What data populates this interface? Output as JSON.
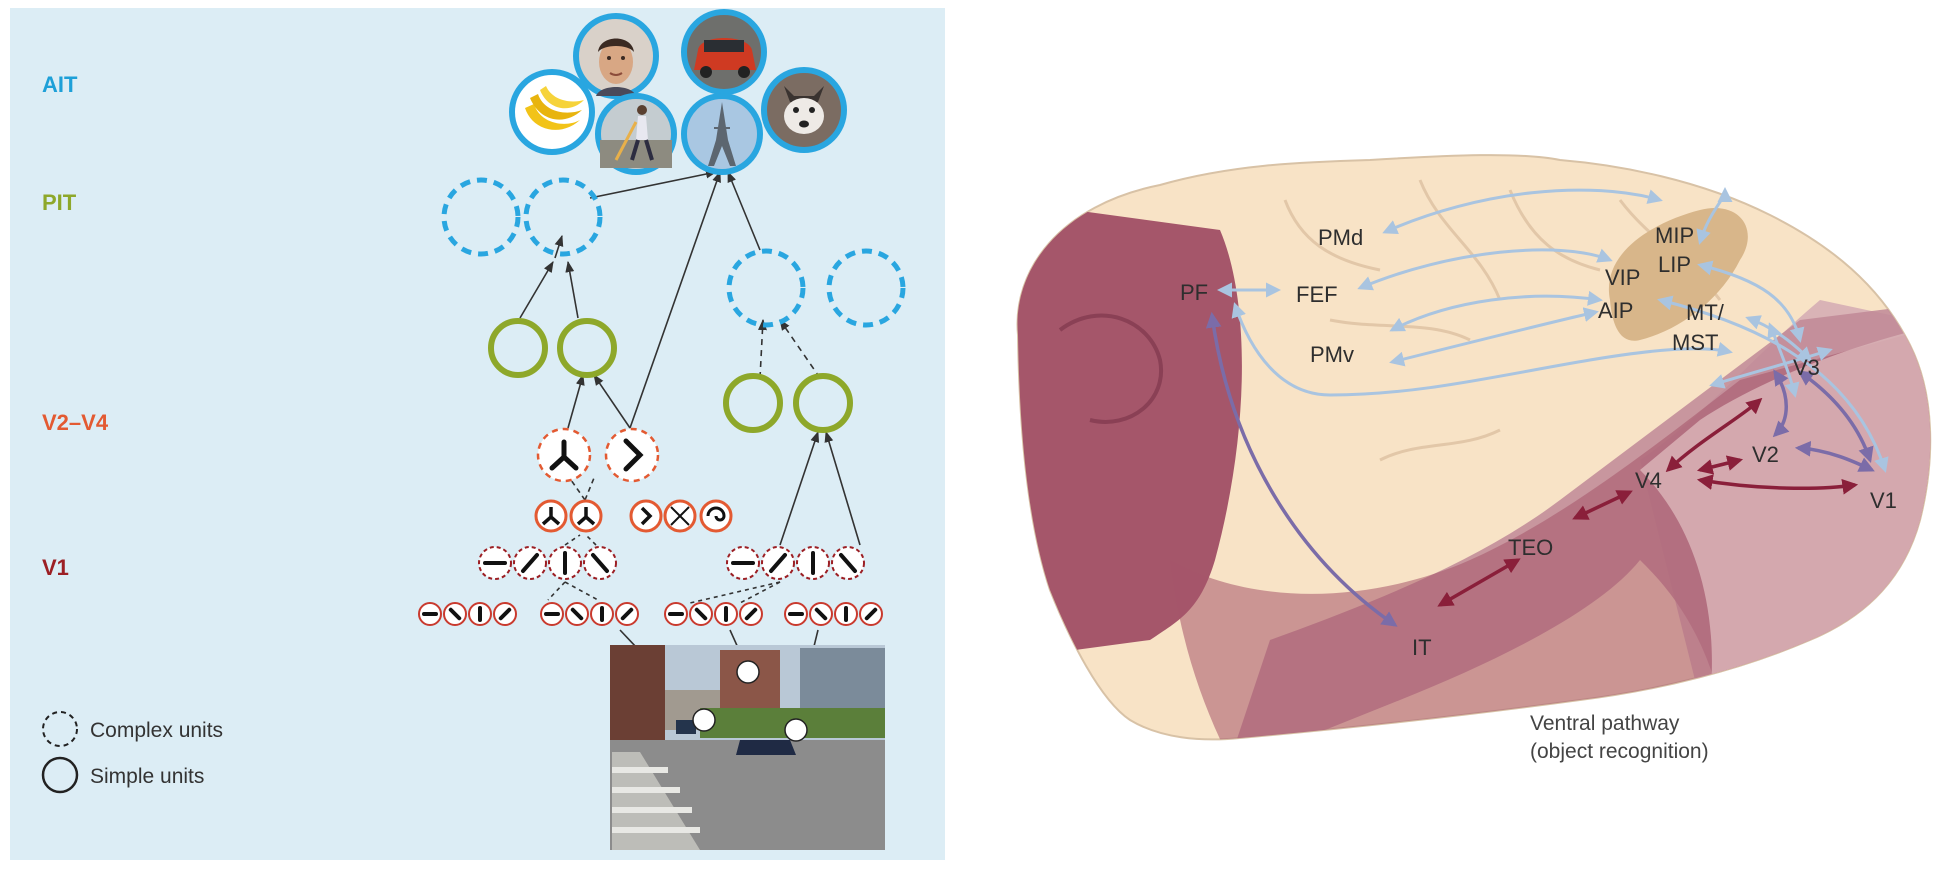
{
  "left_panel": {
    "levels": [
      {
        "label": "AIT",
        "color": "#1ea0d8"
      },
      {
        "label": "PIT",
        "color": "#8ea82a"
      },
      {
        "label": "V2–V4",
        "color": "#e35a32"
      },
      {
        "label": "V1",
        "color": "#9c1f24"
      }
    ],
    "legend": {
      "complex_label": "Complex units",
      "simple_label": "Simple units"
    },
    "object_images": [
      "banana",
      "face",
      "walking person",
      "car",
      "eiffel tower",
      "dog"
    ],
    "colors": {
      "background": "#dcedf5",
      "blue_unit": "#29a6e0",
      "green_unit": "#8ea82a",
      "red_unit": "#e35a32"
    }
  },
  "right_panel": {
    "areas": {
      "pf": "PF",
      "fef": "FEF",
      "pmd": "PMd",
      "pmv": "PMv",
      "mip": "MIP",
      "lip": "LIP",
      "vip": "VIP",
      "aip": "AIP",
      "mt": "MT/",
      "mst": "MST",
      "v3": "V3",
      "v2": "V2",
      "v1": "V1",
      "v4": "V4",
      "teo": "TEO",
      "it": "IT"
    },
    "caption_line1": "Ventral pathway",
    "caption_line2": "(object recognition)",
    "colors": {
      "cortex": "#f8e3c6",
      "ventral": "#a5566a",
      "occipital": "#d9b3b6",
      "dorsal_arrow": "#a9c4e0",
      "ventral_arrow": "#8a1f3a",
      "mixed_arrow": "#7b6ca8"
    }
  }
}
